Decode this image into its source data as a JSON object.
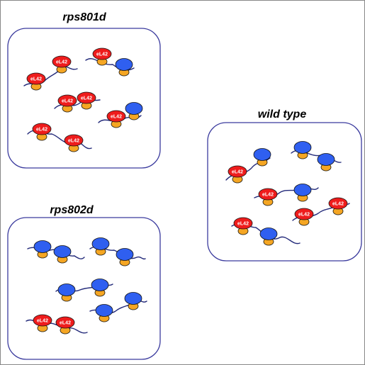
{
  "panels": [
    {
      "id": "rps801d",
      "title": "rps801d",
      "ribosomes": [
        {
          "large_label": "eL42",
          "large_color": "red"
        },
        {
          "large_label": "eL42",
          "large_color": "red"
        },
        {
          "large_label": "eL42",
          "large_color": "red"
        },
        {
          "large_label": "",
          "large_color": "blue"
        },
        {
          "large_label": "eL42",
          "large_color": "red"
        },
        {
          "large_label": "eL42",
          "large_color": "red"
        },
        {
          "large_label": "eL42",
          "large_color": "red"
        },
        {
          "large_label": "",
          "large_color": "blue"
        },
        {
          "large_label": "eL42",
          "large_color": "red"
        },
        {
          "large_label": "eL42",
          "large_color": "red"
        }
      ]
    },
    {
      "id": "wild-type",
      "title": "wild type",
      "ribosomes": [
        {
          "large_label": "eL42",
          "large_color": "red"
        },
        {
          "large_label": "",
          "large_color": "blue"
        },
        {
          "large_label": "",
          "large_color": "blue"
        },
        {
          "large_label": "",
          "large_color": "blue"
        },
        {
          "large_label": "eL42",
          "large_color": "red"
        },
        {
          "large_label": "",
          "large_color": "blue"
        },
        {
          "large_label": "",
          "large_color": "blue"
        },
        {
          "large_label": "eL42",
          "large_color": "red"
        },
        {
          "large_label": "eL42",
          "large_color": "red"
        },
        {
          "large_label": "eL42",
          "large_color": "red"
        }
      ]
    },
    {
      "id": "rps802d",
      "title": "rps802d",
      "ribosomes": [
        {
          "large_label": "",
          "large_color": "blue"
        },
        {
          "large_label": "",
          "large_color": "blue"
        },
        {
          "large_label": "",
          "large_color": "blue"
        },
        {
          "large_label": "",
          "large_color": "blue"
        },
        {
          "large_label": "",
          "large_color": "blue"
        },
        {
          "large_label": "",
          "large_color": "blue"
        },
        {
          "large_label": "",
          "large_color": "blue"
        },
        {
          "large_label": "",
          "large_color": "blue"
        },
        {
          "large_label": "eL42",
          "large_color": "red"
        },
        {
          "large_label": "eL42",
          "large_color": "red"
        }
      ]
    }
  ],
  "colors": {
    "panel_border": "#3b3b9e",
    "mrna": "#232a7a",
    "red_subunit": "#ee1c1c",
    "blue_subunit": "#2f5ff0",
    "small_subunit": "#f5a623",
    "outline": "#111111",
    "tag_text": "#ffffff",
    "title_text": "#000000"
  }
}
